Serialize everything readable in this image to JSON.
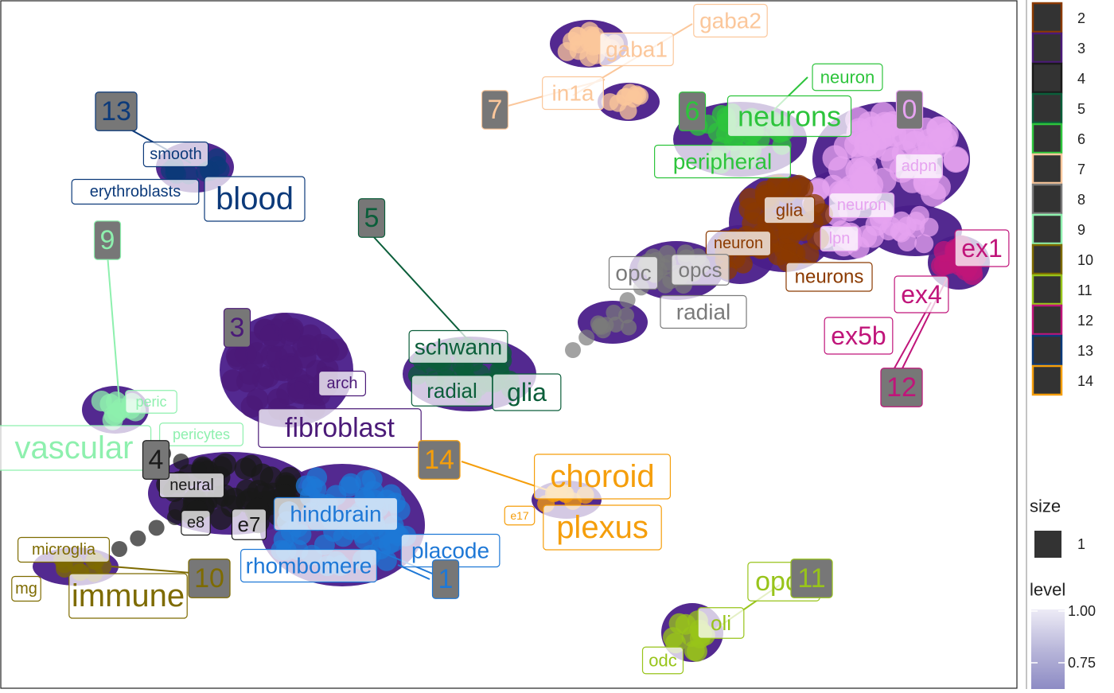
{
  "chart_data": {
    "type": "scatter",
    "title": "",
    "xlabel": "",
    "ylabel": "",
    "grid": false,
    "legend_position": "right",
    "colors": {
      "2": "#8B3A00",
      "3": "#4B1A78",
      "4": "#1A1A1A",
      "5": "#0B5E3A",
      "6": "#2DC43C",
      "7": "#FBC79B",
      "8": "#7A7A7A",
      "9": "#8EF0AE",
      "10": "#7E6B00",
      "11": "#98C41A",
      "12": "#C0157A",
      "13": "#0C3A7A",
      "14": "#F59E0B",
      "0": "#E6A3F0",
      "1": "#1E78D6",
      "halo": "#4A1E8A"
    },
    "clusters": [
      {
        "id": "0",
        "x": 79,
        "y": 78,
        "words": [
          "adpn",
          "neuron",
          "lpn"
        ]
      },
      {
        "id": "1",
        "x": 31,
        "y": 12,
        "words": [
          "placode",
          "rhombomere",
          "hindbrain"
        ]
      },
      {
        "id": "2",
        "x": 70,
        "y": 63,
        "words": [
          "glia",
          "neuron",
          "neurons"
        ]
      },
      {
        "id": "3",
        "x": 27,
        "y": 34,
        "words": [
          "fibroblast",
          "arch"
        ]
      },
      {
        "id": "4",
        "x": 18,
        "y": 21,
        "words": [
          "e8",
          "e7",
          "neural"
        ]
      },
      {
        "id": "5",
        "x": 42,
        "y": 41,
        "words": [
          "schwann",
          "radial",
          "glia"
        ]
      },
      {
        "id": "6",
        "x": 68,
        "y": 78,
        "words": [
          "neurons",
          "peripheral",
          "neuron"
        ]
      },
      {
        "id": "7",
        "x": 57,
        "y": 89,
        "words": [
          "in1a",
          "gaba1",
          "gaba2"
        ]
      },
      {
        "id": "8",
        "x": 56,
        "y": 50,
        "words": [
          "opc",
          "opcs",
          "radial"
        ]
      },
      {
        "id": "9",
        "x": 10,
        "y": 32,
        "words": [
          "vascular",
          "peric",
          "pericytes"
        ]
      },
      {
        "id": "10",
        "x": 5,
        "y": 10,
        "words": [
          "immune",
          "microglia",
          "mg"
        ]
      },
      {
        "id": "11",
        "x": 64,
        "y": 6,
        "words": [
          "opcs",
          "oli",
          "odc"
        ]
      },
      {
        "id": "12",
        "x": 88,
        "y": 60,
        "words": [
          "ex1",
          "ex4",
          "ex5b"
        ]
      },
      {
        "id": "13",
        "x": 17,
        "y": 74,
        "words": [
          "blood",
          "smooth",
          "erythroblasts"
        ]
      },
      {
        "id": "14",
        "x": 50,
        "y": 22,
        "words": [
          "choroid",
          "plexus",
          "e17"
        ]
      }
    ],
    "labels": {
      "cluster_ids": [
        "0",
        "1",
        "3",
        "4",
        "5",
        "6",
        "7",
        "9",
        "10",
        "12",
        "13",
        "14",
        "11"
      ],
      "words": {
        "gaba2": "gaba2",
        "gaba1": "gaba1",
        "in1a": "in1a",
        "neuron6": "neuron",
        "neurons6": "neurons",
        "peripheral": "peripheral",
        "adpn": "adpn",
        "neuron0": "neuron",
        "lpn": "lpn",
        "glia2": "glia",
        "neuron2": "neuron",
        "neurons2": "neurons",
        "ex1": "ex1",
        "ex4": "ex4",
        "ex5b": "ex5b",
        "opc": "opc",
        "opcs8": "opcs",
        "radial8": "radial",
        "schwann": "schwann",
        "radial5": "radial",
        "glia5": "glia",
        "smooth": "smooth",
        "erythroblasts": "erythroblasts",
        "blood": "blood",
        "peric": "peric",
        "pericytes": "pericytes",
        "vascular": "vascular",
        "arch": "arch",
        "fibroblast": "fibroblast",
        "neural": "neural",
        "e8": "e8",
        "e7": "e7",
        "hindbrain": "hindbrain",
        "placode": "placode",
        "rhombomere": "rhombomere",
        "choroid": "choroid",
        "plexus": "plexus",
        "e17": "e17",
        "microglia": "microglia",
        "mg": "mg",
        "immune": "immune",
        "opcs11": "opcs",
        "oli": "oli",
        "odc": "odc"
      }
    },
    "legend": {
      "fill_entries": [
        "2",
        "3",
        "4",
        "5",
        "6",
        "7",
        "8",
        "9",
        "10",
        "11",
        "12",
        "13",
        "14"
      ],
      "size_title": "size",
      "size_values": [
        "1"
      ],
      "level_title": "level",
      "level_ticks": [
        1.0,
        0.75
      ],
      "level_tick_labels": [
        "1.00",
        "0.75"
      ],
      "level_colors": [
        "#EDEBF6",
        "#B9B7DA",
        "#8D8BC4"
      ]
    }
  }
}
